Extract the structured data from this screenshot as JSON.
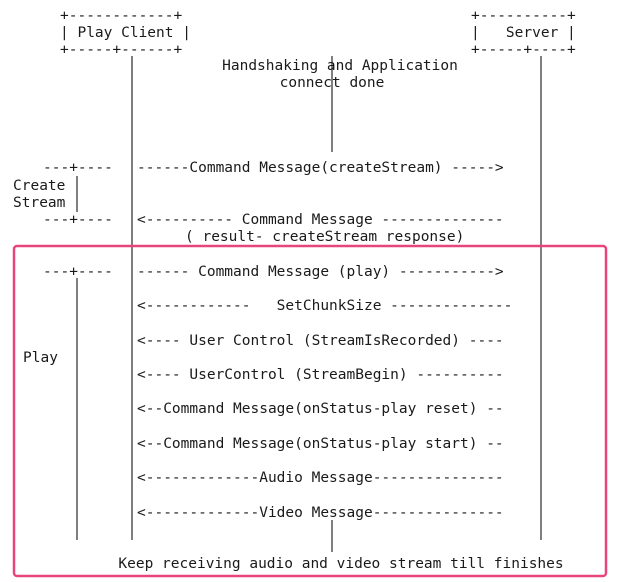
{
  "boxes": {
    "client": {
      "border": "+------------+",
      "label": "| Play Client |",
      "bottom": "+-----+------+"
    },
    "server": {
      "border": "+----------+",
      "label": "|   Server |",
      "bottom": "+-----+----+"
    }
  },
  "handshake": {
    "line1": "Handshaking and Application",
    "line2": "connect done"
  },
  "create_stream": {
    "brace_top": "---+----",
    "label_1": "Create",
    "label_2": "Stream",
    "brace_bottom": "---+----",
    "msg_request": "------Command Message(createStream) ----->",
    "msg_response": "<---------- Command Message --------------",
    "msg_response_note": "( result- createStream response)"
  },
  "play": {
    "brace_top": "---+----",
    "label": "Play",
    "msg_play": "------ Command Message (play) ----------->",
    "msg_chunk": "<------------   SetChunkSize --------------",
    "msg_recorded": "<---- User Control (StreamIsRecorded) ----",
    "msg_begin": "<---- UserControl (StreamBegin) ----------",
    "msg_reset": "<--Command Message(onStatus-play reset) --",
    "msg_start": "<--Command Message(onStatus-play start) --",
    "msg_audio": "<-------------Audio Message---------------",
    "msg_video": "<-------------Video Message---------------",
    "footer": "Keep receiving audio and video stream till finishes"
  },
  "colors": {
    "highlight": "#e8457a",
    "text": "#1a1a1a"
  }
}
